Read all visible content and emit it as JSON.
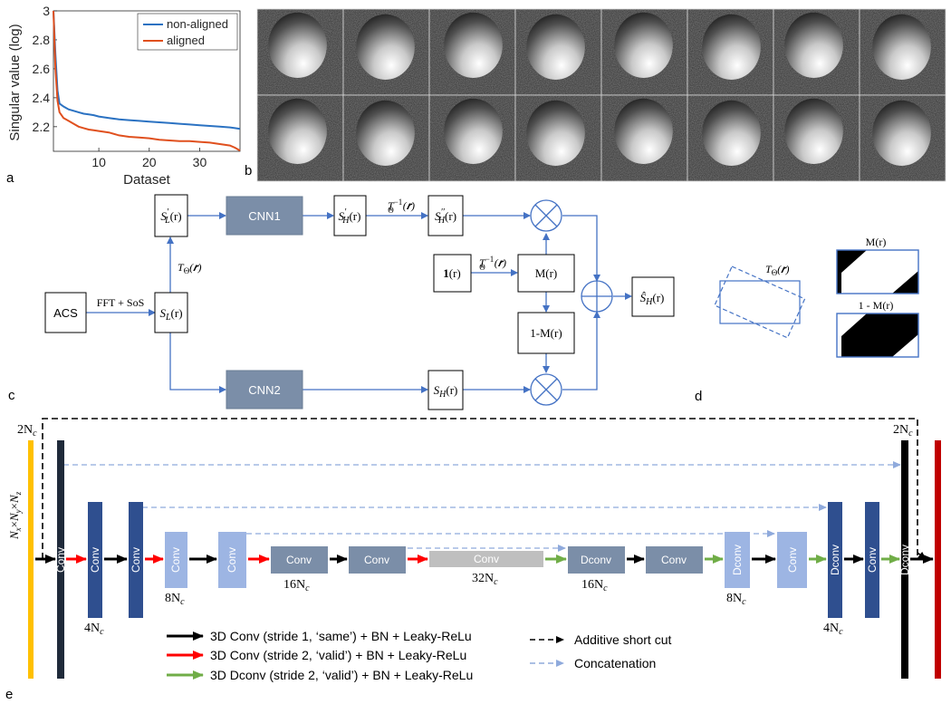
{
  "panel_labels": {
    "a": "a",
    "b": "b",
    "c": "c",
    "d": "d",
    "e": "e"
  },
  "colors": {
    "non_aligned": "#2b72c2",
    "aligned": "#e0501e",
    "flow_line": "#4472c4",
    "cnn_box": "#7b8ea8",
    "black_arrow": "#000000",
    "red_arrow": "#ff0000",
    "green_arrow": "#70ad47",
    "shortcut": "#000000",
    "concat": "#8faadc",
    "yellow_bar": "#ffc000",
    "red_bar": "#c00000",
    "dark_bar": "#1f2a3a",
    "dark_blue": "#2f4f8f",
    "light_blue": "#9db5e3",
    "slate": "#7b8ea8",
    "gray": "#bfbfbf"
  },
  "chart_data": {
    "type": "line",
    "xlabel": "Dataset",
    "ylabel": "Singular value (log)",
    "xlim": [
      1,
      38
    ],
    "ylim": [
      2.03,
      3.0
    ],
    "xticks": [
      10,
      20,
      30
    ],
    "yticks": [
      2.2,
      2.4,
      2.6,
      2.8,
      3
    ],
    "ytick_labels": [
      "2.2",
      "2.4",
      "2.6",
      "2.8",
      "3"
    ],
    "legend_position": "top-right",
    "x": [
      1,
      1.4,
      1.8,
      2.2,
      3,
      4,
      5,
      6,
      7,
      8,
      9,
      10,
      12,
      14,
      16,
      18,
      20,
      22,
      24,
      26,
      28,
      30,
      32,
      34,
      36,
      37,
      38
    ],
    "series": [
      {
        "name": "non-aligned",
        "values": [
          3.0,
          2.7,
          2.45,
          2.36,
          2.34,
          2.32,
          2.31,
          2.3,
          2.29,
          2.285,
          2.28,
          2.27,
          2.26,
          2.25,
          2.245,
          2.24,
          2.235,
          2.23,
          2.225,
          2.22,
          2.215,
          2.21,
          2.205,
          2.2,
          2.195,
          2.19,
          2.185
        ]
      },
      {
        "name": "aligned",
        "values": [
          3.0,
          2.6,
          2.38,
          2.3,
          2.26,
          2.24,
          2.22,
          2.2,
          2.19,
          2.18,
          2.175,
          2.17,
          2.16,
          2.14,
          2.13,
          2.125,
          2.12,
          2.11,
          2.105,
          2.1,
          2.1,
          2.095,
          2.09,
          2.08,
          2.07,
          2.055,
          2.035
        ]
      }
    ]
  },
  "panel_b": {
    "rows": 2,
    "cols": 8
  },
  "flow": {
    "acs": "ACS",
    "fft_sos": "FFT + SoS",
    "t_theta": "T",
    "t_sub": "Θ",
    "r_arg": "(r)",
    "r_arg_bold": "(𝒓)",
    "cnn1": "CNN1",
    "cnn2": "CNN2",
    "inv": "−1",
    "one_r": "(r)",
    "one": "1",
    "m_r": "M(r)",
    "one_minus_m": "1-M(r)",
    "s": "S",
    "sub_l": "L",
    "sub_h": "H",
    "prime": "′",
    "dprime": "′′",
    "times": "⊗",
    "plus": "⊕",
    "hat_s": "Ŝ"
  },
  "panel_d": {
    "t_label": "T",
    "t_sub": "Θ",
    "t_arg": "(𝒓)",
    "m_label": "M(r)",
    "one_minus_m_label": "1 - M(r)"
  },
  "unet": {
    "conv": "Conv",
    "dconv": "Dconv",
    "ch_2nc": "2N",
    "ch_4nc": "4N",
    "ch_8nc": "8N",
    "ch_16nc": "16N",
    "ch_32nc": "32N",
    "sub_c": "c",
    "dims": "N",
    "dims_x": "x",
    "dims_y": "y",
    "dims_z": "z",
    "times": "×"
  },
  "legend": {
    "black": "3D Conv (stride 1, ‘same’) + BN + Leaky-ReLu",
    "red": "3D Conv (stride 2, ‘valid’) + BN + Leaky-ReLu",
    "green": "3D Dconv (stride 2, ‘valid’) + BN + Leaky-ReLu",
    "shortcut": "Additive short cut",
    "concat": "Concatenation"
  }
}
